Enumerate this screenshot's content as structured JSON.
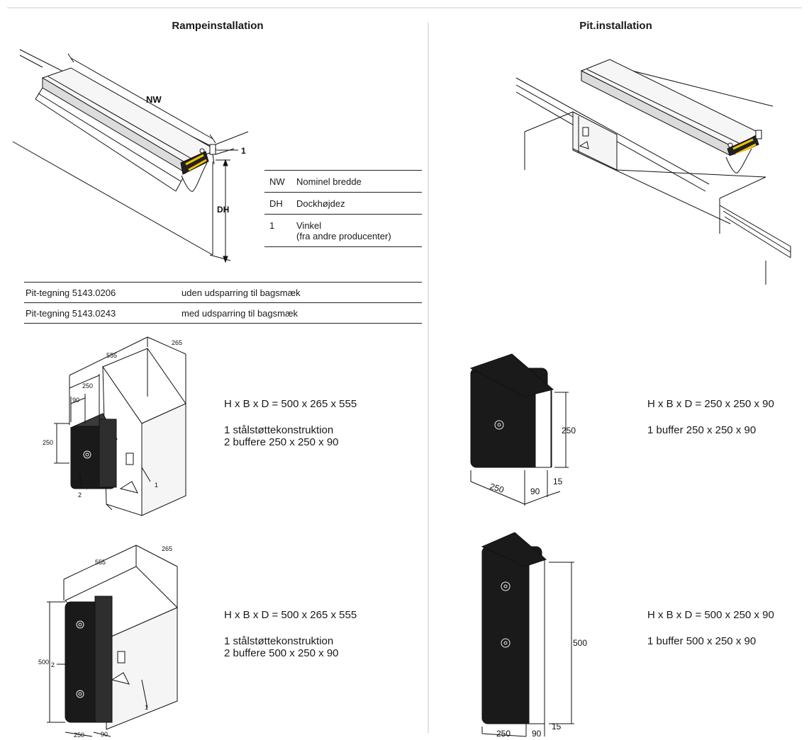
{
  "headings": {
    "left": "Rampeinstallation",
    "right": "Pit.installation"
  },
  "ramp_drawing": {
    "label_nw": "NW",
    "label_dh": "DH",
    "label_1": "1"
  },
  "legend": [
    {
      "key": "NW",
      "text": "Nominel bredde"
    },
    {
      "key": "DH",
      "text": "Dockhøjdez"
    },
    {
      "key": "1",
      "text": "Vinkel",
      "note": "(fra andre producenter)"
    }
  ],
  "pit_drawings": [
    {
      "name": "Pit-tegning 5143.0206",
      "desc": "uden udsparring til bagsmæk"
    },
    {
      "name": "Pit-tegning 5143.0243",
      "desc": "med udsparring til bagsmæk"
    }
  ],
  "assemblies": [
    {
      "dims": "H x B x D = 500 x 265 x 555",
      "line1": "1 stålstøttekonstruktion",
      "line2": "2 buffere 250 x 250 x 90",
      "labels": {
        "d555": "555",
        "d265": "265",
        "d250w": "250",
        "d90": "90",
        "d250h": "250",
        "p1": "1",
        "p2": "2"
      }
    },
    {
      "dims": "H x B x D = 500 x 265 x 555",
      "line1": "1 stålstøttekonstruktion",
      "line2": "2 buffere 500 x 250 x 90",
      "labels": {
        "d555": "555",
        "d265": "265",
        "d500": "500",
        "d250": "250",
        "d90": "90",
        "p1": "1",
        "p2": "2"
      }
    }
  ],
  "buffers": [
    {
      "dims": "H x B x D = 250 x 250 x 90",
      "line1": "1 buffer 250 x 250 x 90",
      "labels": {
        "h": "250",
        "w": "250",
        "d": "90",
        "t": "15"
      }
    },
    {
      "dims": "H x B x D = 500 x 250 x 90",
      "line1": "1 buffer 500 x 250 x 90",
      "labels": {
        "h": "500",
        "w": "250",
        "d": "90",
        "t": "15"
      }
    }
  ]
}
